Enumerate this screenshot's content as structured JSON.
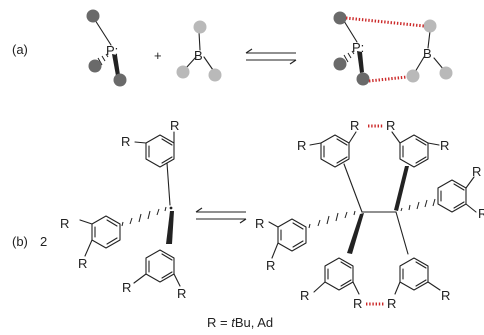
{
  "panel_a": {
    "label": "(a)",
    "phosphorus": "P",
    "lone_pair": ":",
    "plus": "+",
    "boron": "B",
    "colors": {
      "phosphine_substituent": "#6a6a6a",
      "borane_substituent": "#b9b9b9",
      "interaction": "#cc2a2a"
    }
  },
  "panel_b": {
    "label": "(b)",
    "coefficient": "2",
    "substituent": "R",
    "legend_prefix": "R = ",
    "legend_italic": "t",
    "legend_suffix": "Bu, Ad"
  }
}
